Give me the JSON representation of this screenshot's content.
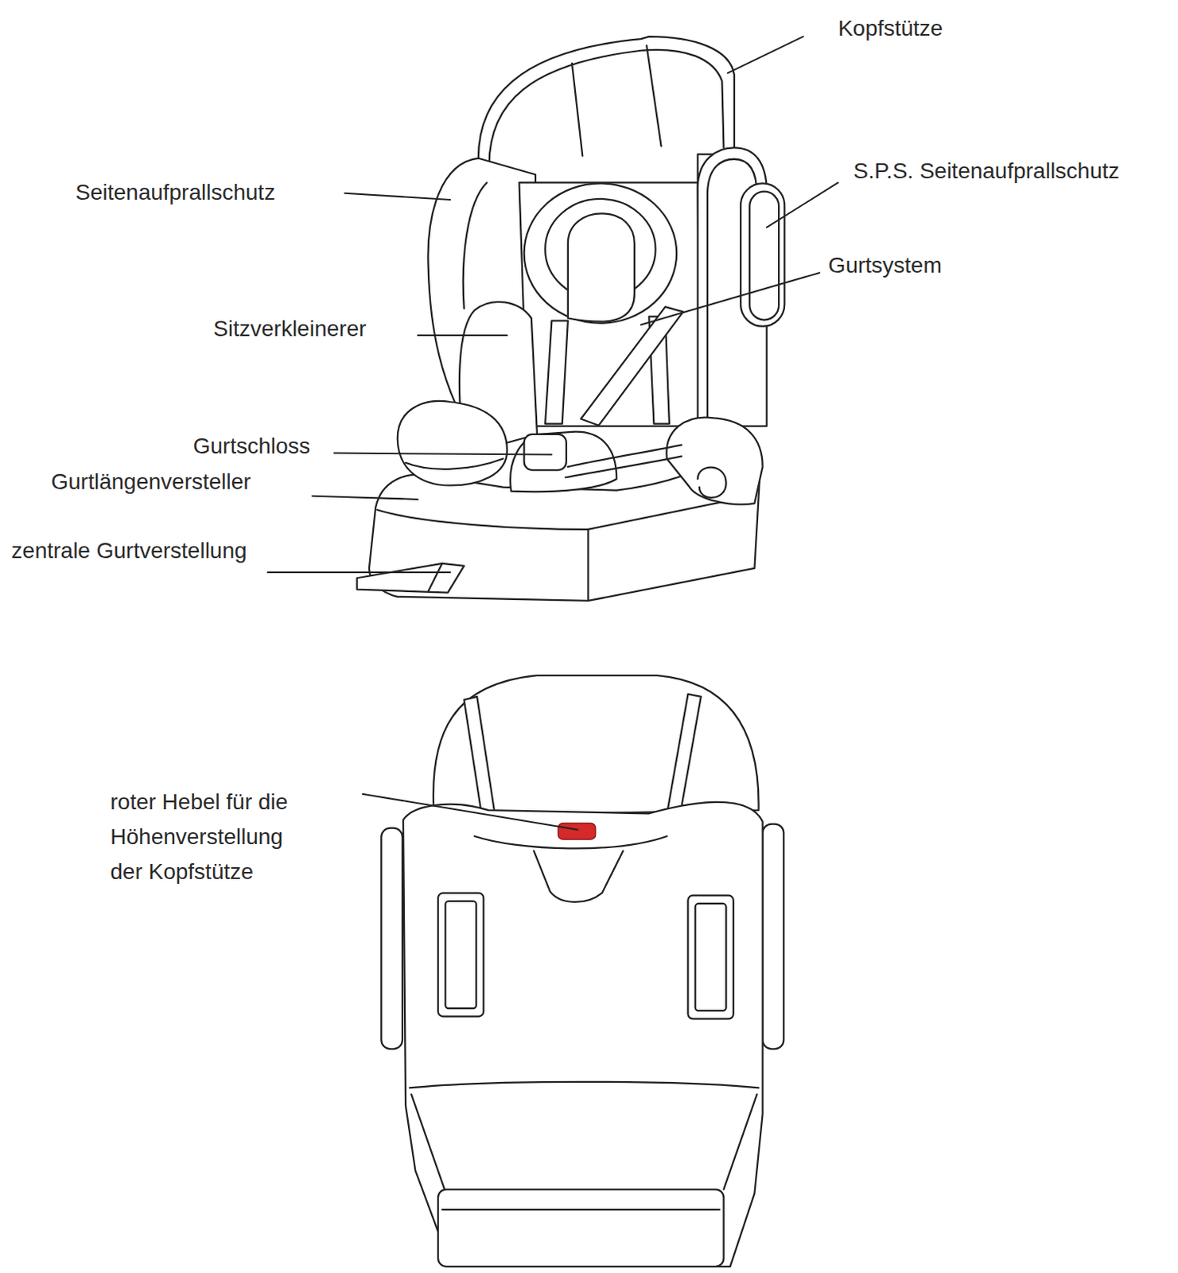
{
  "diagram": {
    "labels": [
      "Kopfstütze",
      "Seitenaufprallschutz",
      "S.P.S. Seitenaufprallschutz",
      "Gurtsystem",
      "Sitzverkleinerer",
      "Gurtschloss",
      "Gurtlängenversteller",
      "zentrale Gurtverstellung",
      "roter Hebel für die Höhenverstellung der Kopfstütze"
    ]
  }
}
